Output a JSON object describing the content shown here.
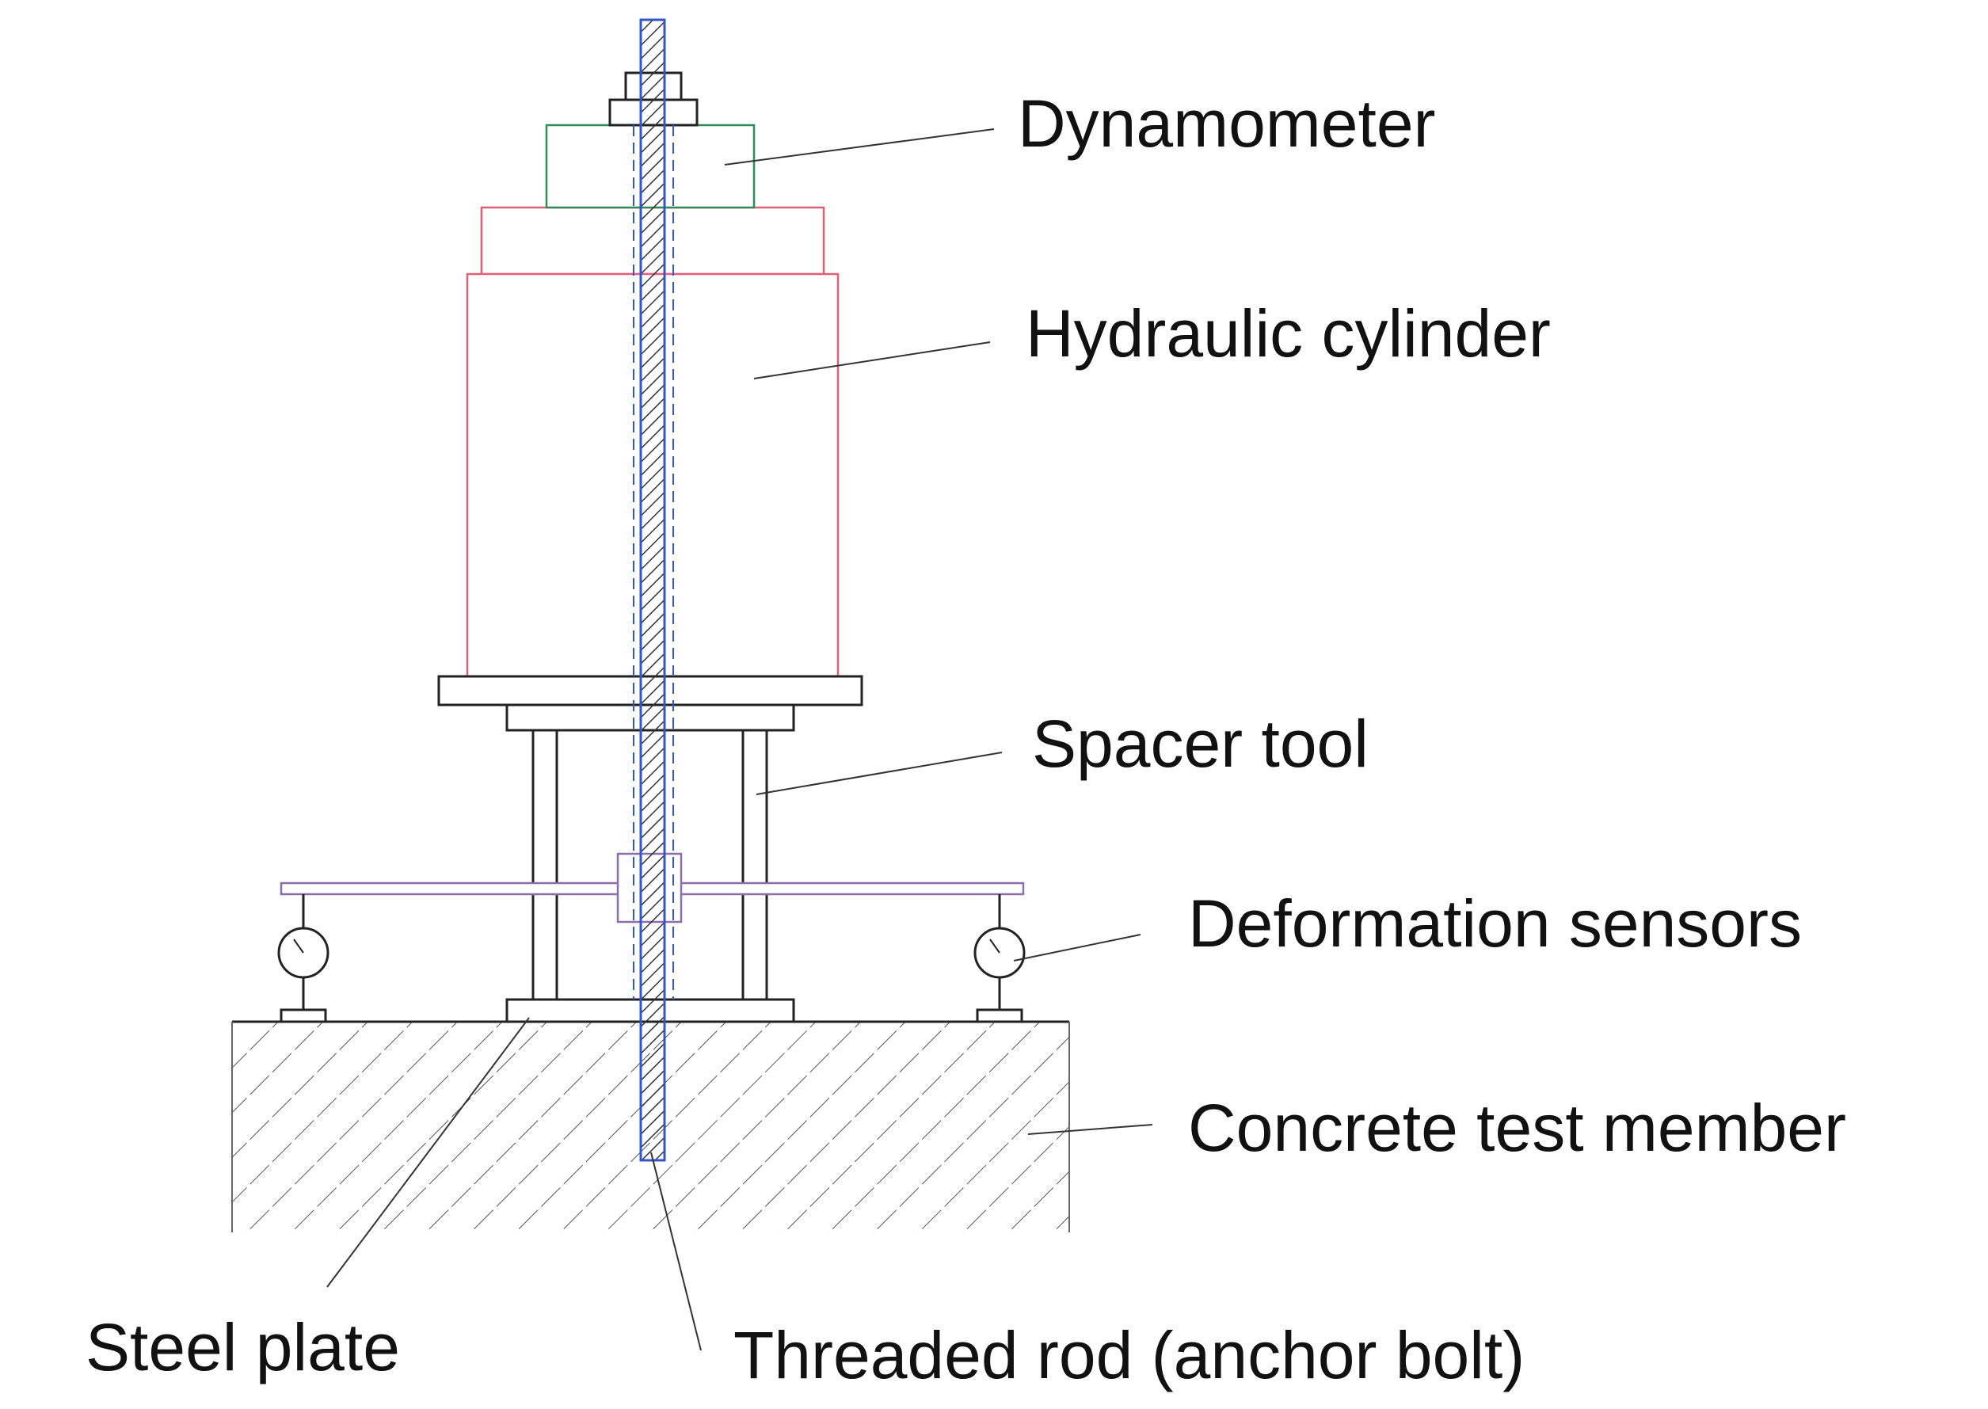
{
  "labels": {
    "dynamometer": "Dynamometer",
    "hydraulic_cylinder": "Hydraulic cylinder",
    "spacer_tool": "Spacer tool",
    "deformation_sensors": "Deformation sensors",
    "concrete_test_member": "Concrete test member",
    "steel_plate": "Steel plate",
    "threaded_rod": "Threaded rod (anchor bolt)"
  },
  "colors": {
    "outline": "#222222",
    "dynamometer": "#2e8b57",
    "hydraulic_cylinder": "#e0607a",
    "threaded_rod": "#3355cc",
    "crossbeam": "#8a6fa8",
    "hatch": "#555555"
  }
}
